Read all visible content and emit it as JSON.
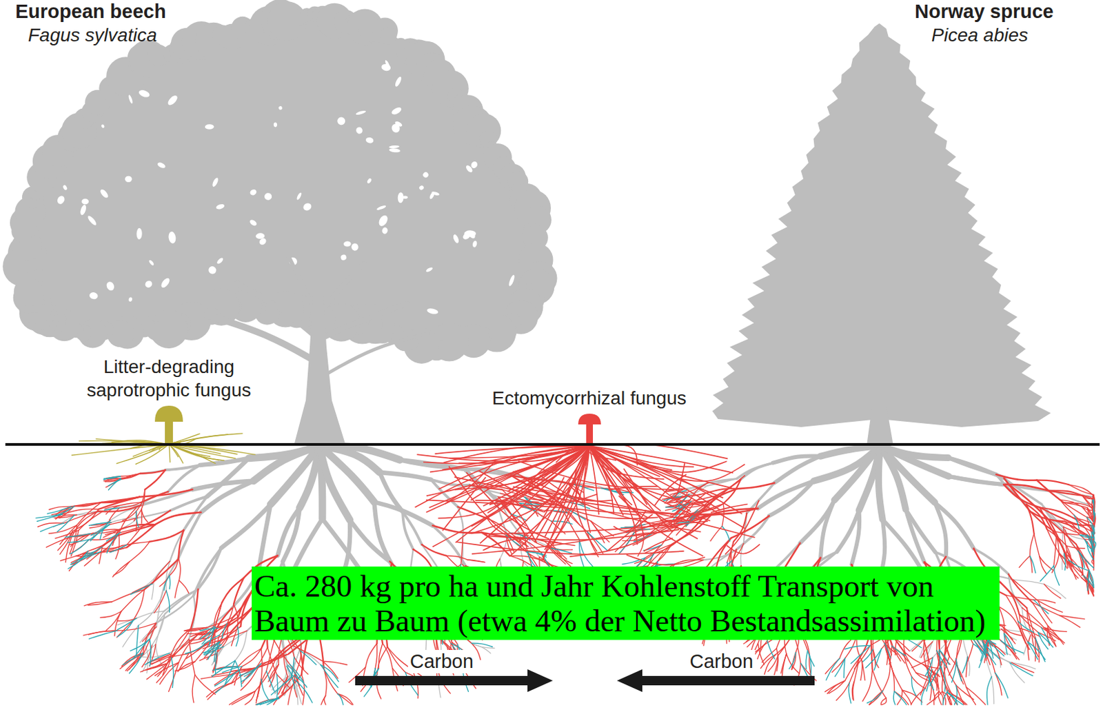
{
  "diagram": {
    "nodes": [
      {
        "text": [
          "Ca. 280 kg pro ha und Jahr Kohlenstoff Transport von Baum zu Baum (etwa 4% der Netto Bestandsassimilation)"
        ]
      }
    ],
    "labels": [
      "European beech",
      "Fagus sylvatica",
      "Norway spruce",
      "Picea abies",
      "Litter-degrading saprotrophic fungus",
      "Ectomycorrhizal fungus",
      "Carbon",
      "Carbon"
    ]
  }
}
